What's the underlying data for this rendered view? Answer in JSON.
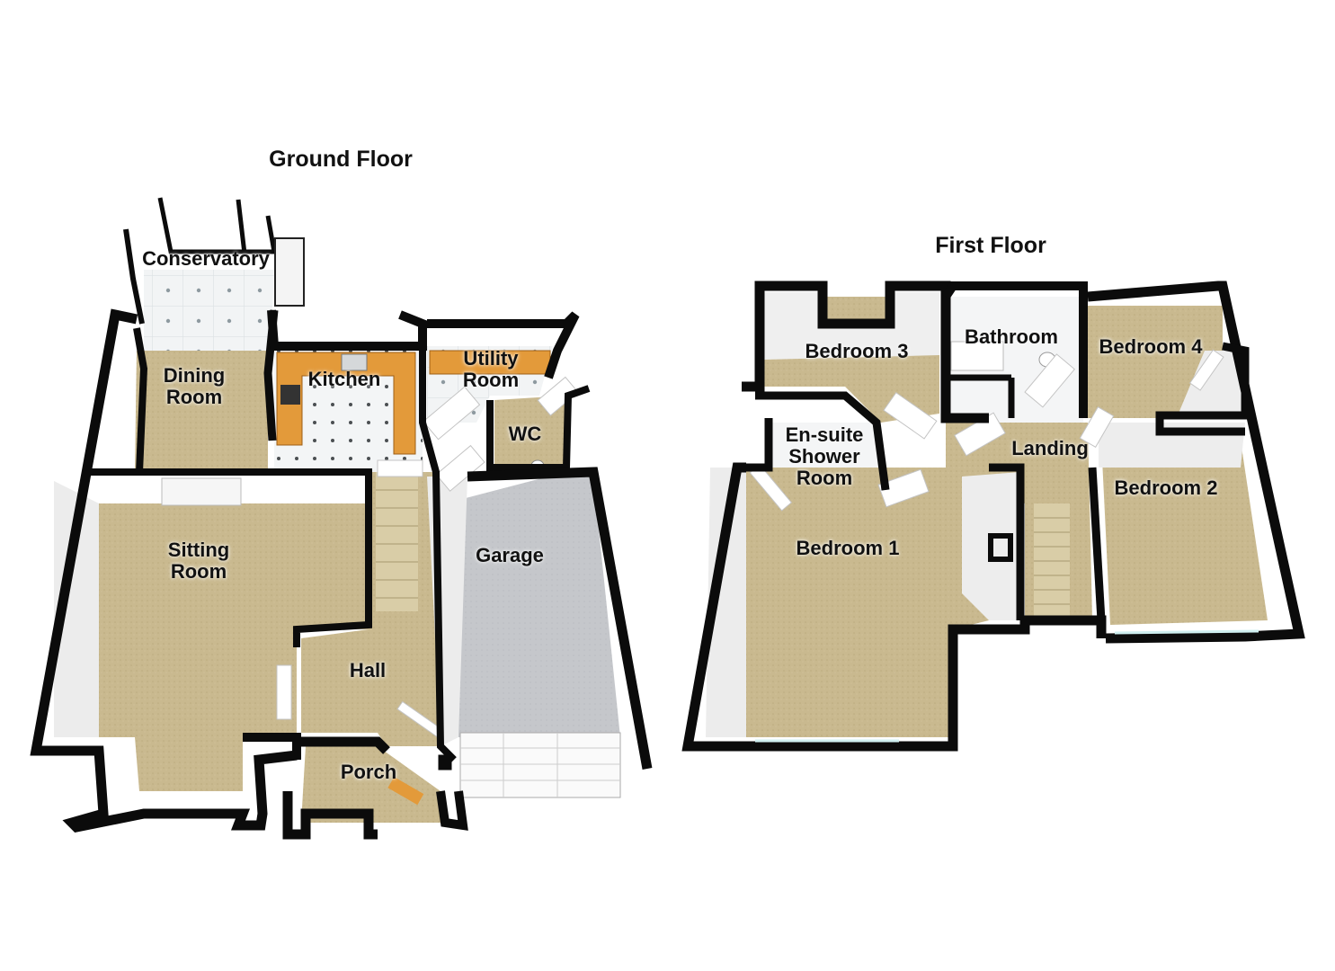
{
  "colors": {
    "wall": "#0b0b0b",
    "wall_side": "#ededed",
    "carpet": "#c9b98f",
    "carpet_light": "#d9cda7",
    "tile": "#f2f4f5",
    "garage_floor": "#c7c9cd",
    "worktop": "#e39a3a",
    "door": "#ffffff",
    "window": "#cfeff0"
  },
  "floors": {
    "ground": {
      "title": "Ground Floor",
      "rooms": {
        "conservatory": "Conservatory",
        "dining_room": [
          "Dining",
          "Room"
        ],
        "kitchen": "Kitchen",
        "utility_room": [
          "Utility",
          "Room"
        ],
        "wc": "WC",
        "sitting_room": [
          "Sitting",
          "Room"
        ],
        "garage": "Garage",
        "hall": "Hall",
        "porch": "Porch"
      }
    },
    "first": {
      "title": "First Floor",
      "rooms": {
        "bedroom_3": "Bedroom 3",
        "bathroom": "Bathroom",
        "bedroom_4": "Bedroom 4",
        "ensuite": [
          "En-suite",
          "Shower",
          "Room"
        ],
        "landing": "Landing",
        "bedroom_2": "Bedroom 2",
        "bedroom_1": "Bedroom 1"
      }
    }
  }
}
